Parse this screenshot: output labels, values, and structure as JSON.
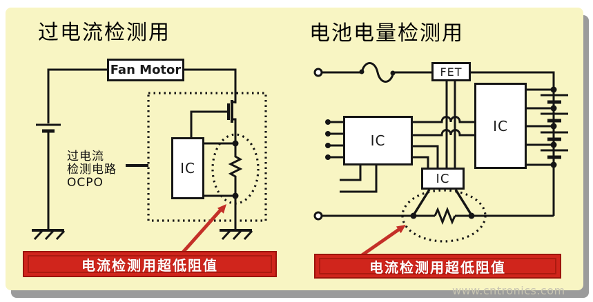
{
  "watermark": "www.cntronics.com",
  "colors": {
    "panel_bg": "#F8F5C3",
    "shadow": "#9B9B9B",
    "line": "#151515",
    "banner_bg": "#D0251C",
    "banner_border": "#9C140C",
    "banner_text": "#FFFFFF",
    "arrow": "#C43028",
    "watermark": "#C8C5B2"
  },
  "left": {
    "title": "过电流检测用",
    "fan_motor_label": "Fan Motor",
    "ic_label": "IC",
    "detector_label": [
      "过电流",
      "检测电路",
      "OCPO"
    ],
    "banner_text": "电流检测用超低阻值"
  },
  "right": {
    "title": "电池电量检测用",
    "fet_label": "FET",
    "ic_left_label": "IC",
    "ic_right_label": "IC",
    "ic_small_label": "IC",
    "banner_text": "电流检测用超低阻值"
  }
}
